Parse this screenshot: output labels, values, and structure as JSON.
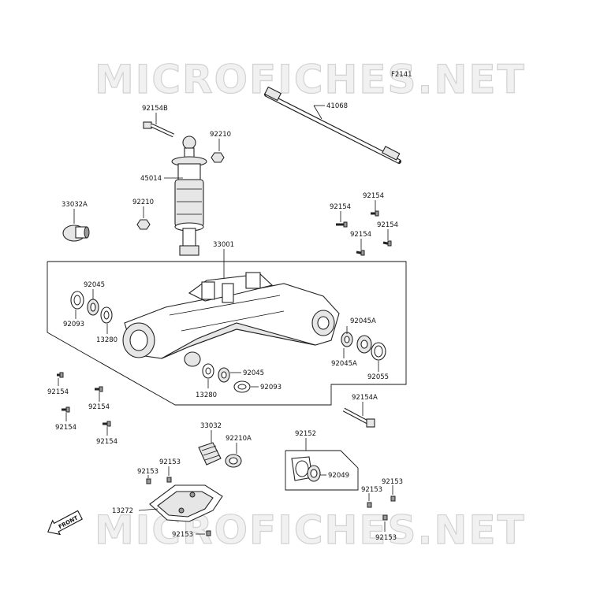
{
  "watermark": {
    "top": "MICROFICHES.NET",
    "bottom": "MICROFICHES.NET"
  },
  "figure_code": "F2141",
  "front_badge": "FRONT",
  "labels": {
    "p41068": "41068",
    "p92154B": "92154B",
    "p92210_top": "92210",
    "p45014": "45014",
    "p92210_mid": "92210",
    "p33032A": "33032A",
    "p92154_r1": "92154",
    "p92154_r2": "92154",
    "p92154_r3": "92154",
    "p92154_r4": "92154",
    "p33001": "33001",
    "p92045_l": "92045",
    "p92093_l": "92093",
    "p13280_l": "13280",
    "p92045A_top": "92045A",
    "p92045A_bot": "92045A",
    "p92055": "92055",
    "p92045_b": "92045",
    "p13280_b": "13280",
    "p92093_b": "92093",
    "p92154_l1": "92154",
    "p92154_l2": "92154",
    "p92154_l3": "92154",
    "p92154_l4": "92154",
    "p92154A": "92154A",
    "p33032": "33032",
    "p92210A": "92210A",
    "p92152": "92152",
    "p92049": "92049",
    "p92153_a": "92153",
    "p92153_b": "92153",
    "p13272": "13272",
    "p92153_c": "92153",
    "p92153_d": "92153",
    "p92153_e": "92153",
    "p92153_f": "92153"
  }
}
